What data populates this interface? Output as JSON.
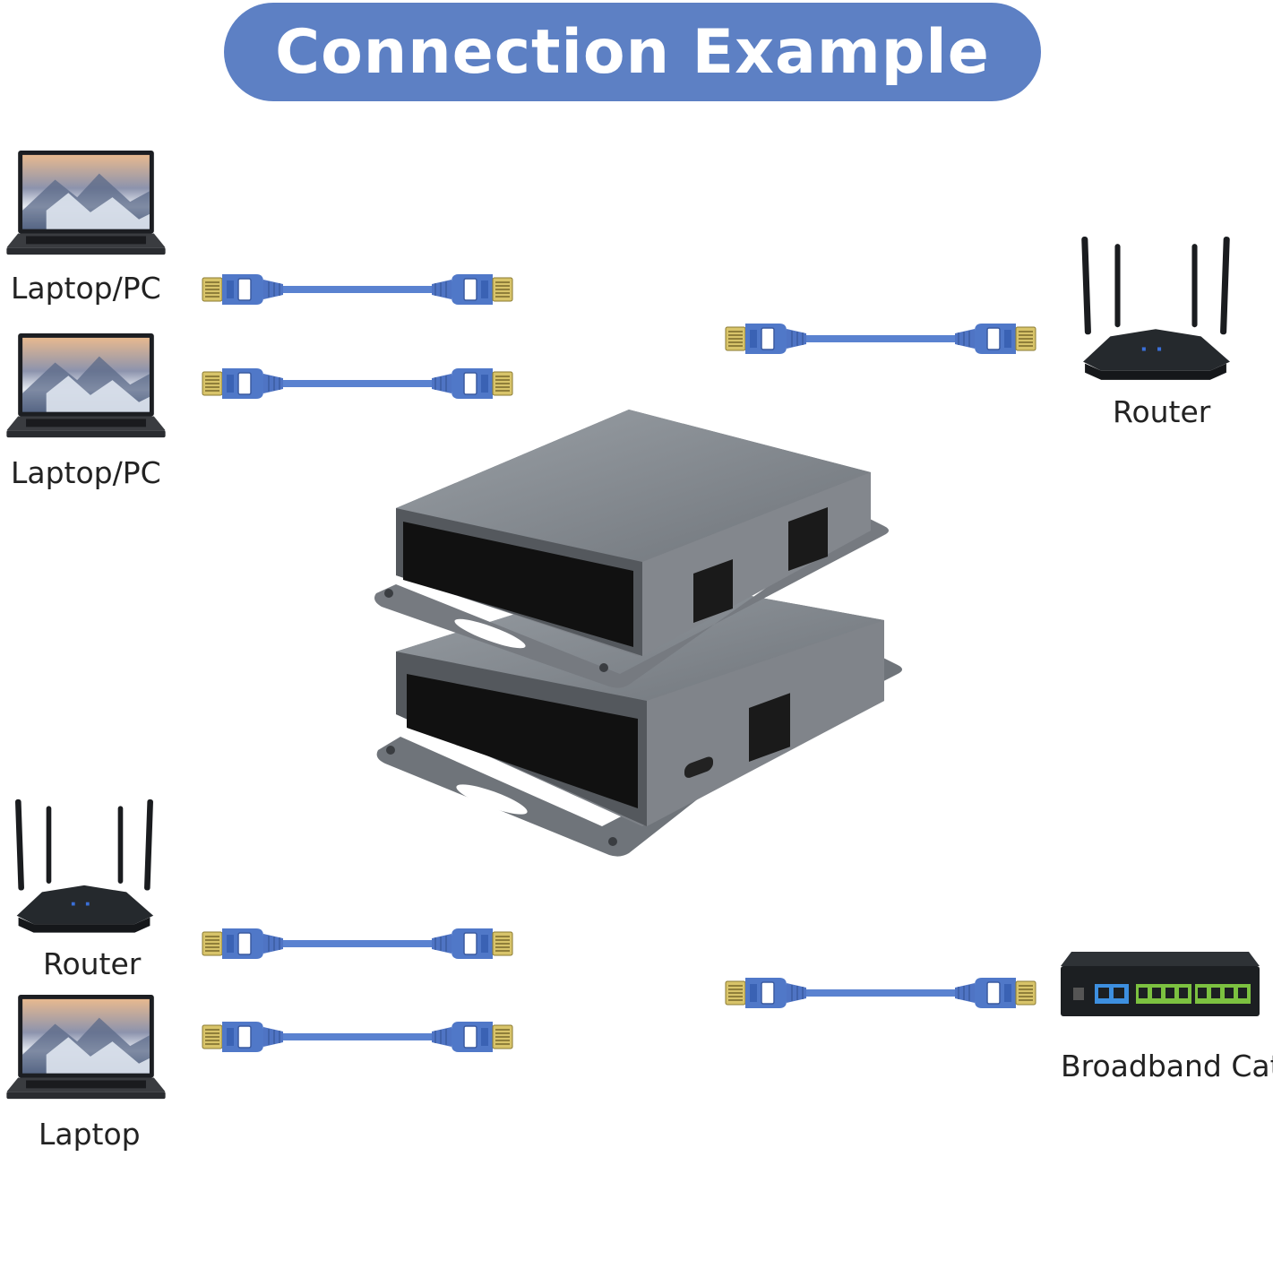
{
  "title": "Connection Example",
  "colors": {
    "banner": "#5d80c4",
    "cable": "#5a82d0",
    "connector": "#4f74c4",
    "pins": "#c9a73a",
    "device_body": "#7d8187",
    "device_face": "#111111",
    "router": "#1e2226",
    "laptop_screen": "#3a4a66"
  },
  "left_devices": [
    {
      "label": "Laptop/PC",
      "icon": "laptop-icon"
    },
    {
      "label": "Laptop/PC",
      "icon": "laptop-icon"
    },
    {
      "label": "Router",
      "icon": "router-icon"
    },
    {
      "label": "Laptop",
      "icon": "laptop-icon"
    }
  ],
  "right_devices": [
    {
      "label": "Router",
      "icon": "router-icon"
    },
    {
      "label": "Broadband Cat",
      "icon": "modem-icon"
    }
  ],
  "center_device": {
    "icon": "ethernet-splitter-icon"
  },
  "cables": {
    "icon": "ethernet-cable-icon"
  }
}
